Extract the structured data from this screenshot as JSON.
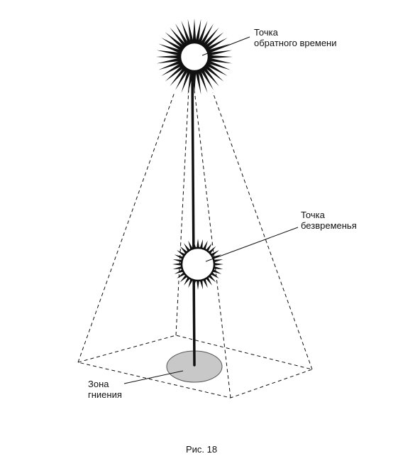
{
  "labels": {
    "retro_point": [
      "Точка",
      "обратного времени"
    ],
    "timeless_point": [
      "Точка",
      "безвременья"
    ],
    "decay_zone": [
      "Зона",
      "гниения"
    ]
  },
  "caption": "Рис. 18",
  "colors": {
    "ink": "#111111",
    "zone_fill": "#c8c8c8",
    "background": "#ffffff"
  },
  "icons": {
    "retro_point": "sunburst-icon",
    "timeless_point": "spiked-ring-icon"
  }
}
